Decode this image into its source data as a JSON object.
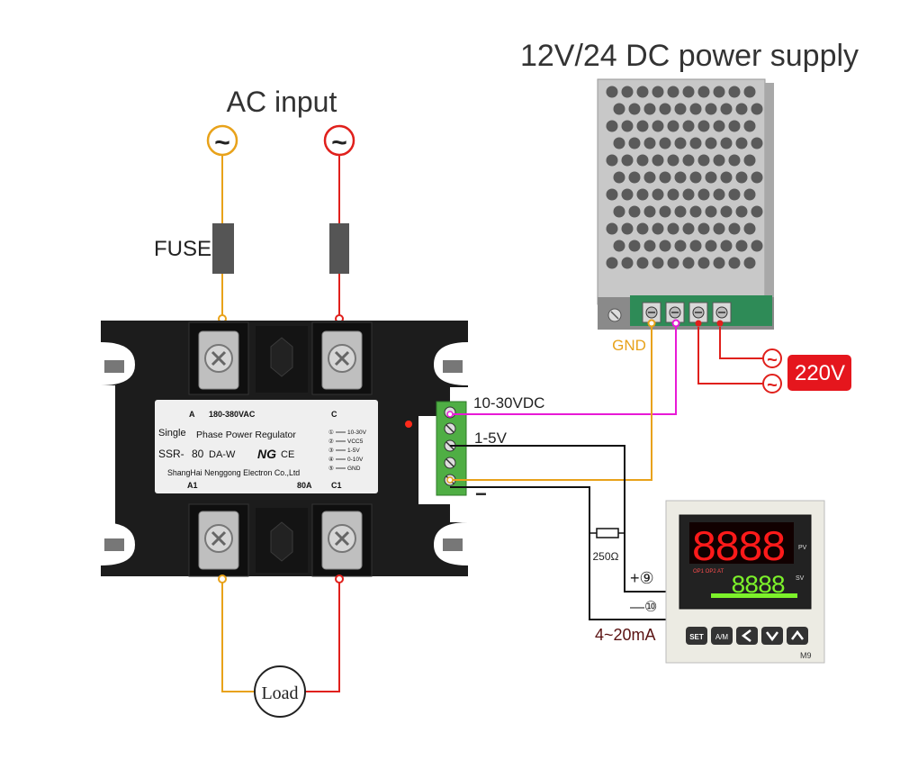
{
  "labels": {
    "title": "12V/24 DC power supply",
    "ac_input": "AC input",
    "fuse": "FUSE",
    "gnd": "GND",
    "mains": "220V",
    "ac_symbol": "~",
    "load": "Load",
    "ctrl_10_30": "10-30VDC",
    "ctrl_1_5": "1-5V",
    "minus": "−",
    "resistor": "250Ω",
    "plus_9": "+⑨",
    "minus_10": "—⑩",
    "current": "4~20mA"
  },
  "ssr": {
    "term_a": "A",
    "term_c": "C",
    "voltage": "180-380VAC",
    "line1_a": "Single",
    "line1_b": "Phase Power Regulator",
    "model_a": "SSR-",
    "model_b": "80",
    "model_c": "DA-W",
    "brand": "NG",
    "ce": "CE",
    "maker": "ShangHai Nenggong Electron Co.,Ltd",
    "term_a1": "A1",
    "current": "80A",
    "term_c1": "C1",
    "pins": [
      "①",
      "②",
      "③",
      "④",
      "⑤"
    ],
    "pin_labels": [
      "10-30V",
      "VCC5",
      "1-5V",
      "0-10V",
      "GND"
    ]
  },
  "controller": {
    "pv_digits": "8888",
    "sv_digits": "8888",
    "pv_label": "PV",
    "sv_label": "SV",
    "out_labels": "OP1 OP2 AT",
    "model": "M9",
    "buttons": [
      "SET",
      "A/M",
      "<",
      "∨",
      "∧"
    ]
  },
  "colors": {
    "orange_wire": "#e8a21a",
    "red_wire": "#e0201c",
    "magenta_wire": "#e81ad6",
    "black_wire": "#111111",
    "mains_badge": "#e5161d",
    "terminal_green": "#58b84a",
    "led_red": "#ff1a1a",
    "led_green": "#7cf22a"
  }
}
